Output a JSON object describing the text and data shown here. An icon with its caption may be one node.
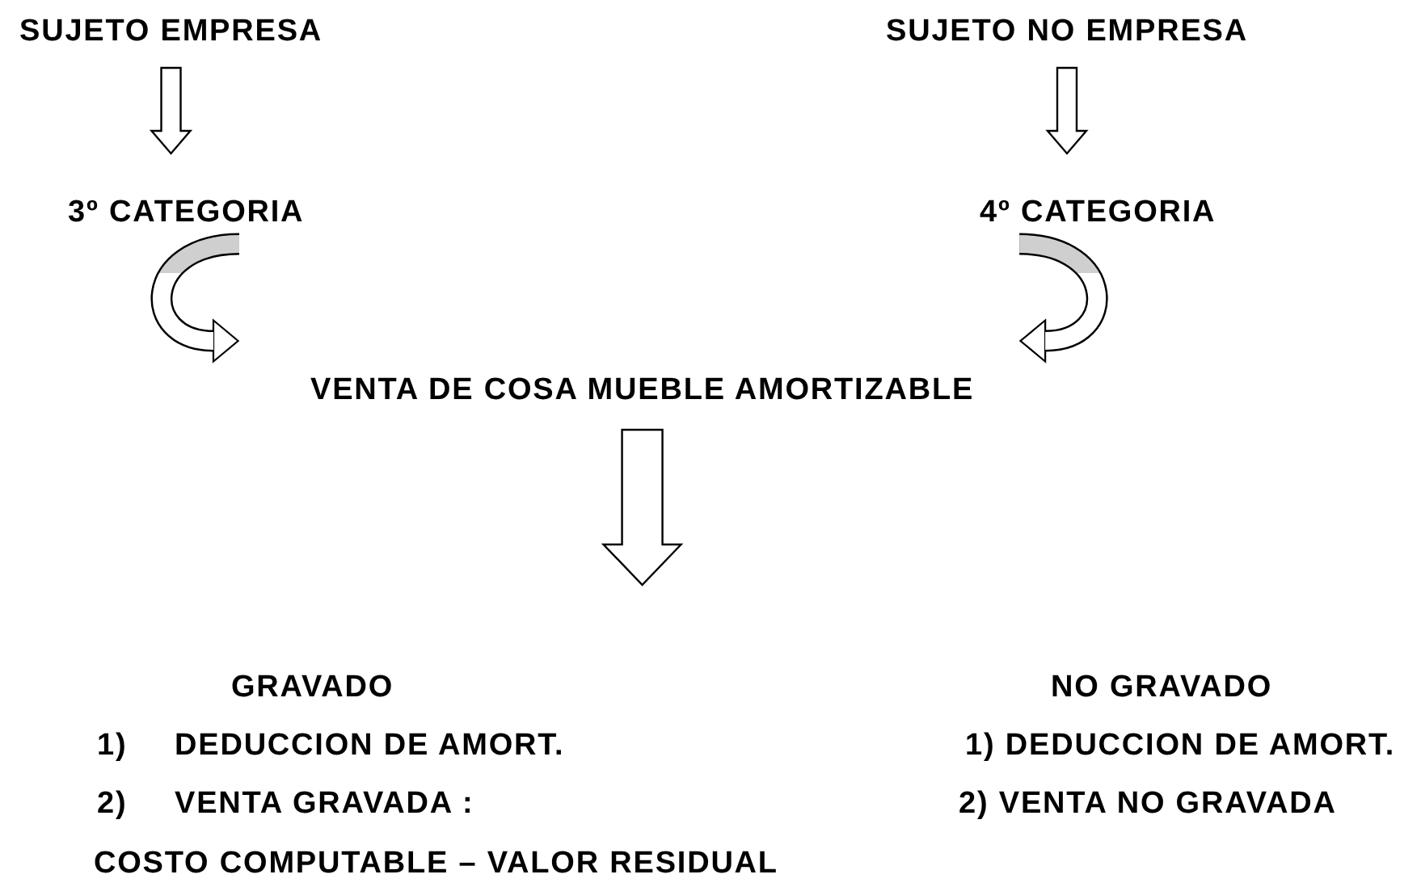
{
  "diagram": {
    "nodes": [
      {
        "text": [
          "SUJETO EMPRESA"
        ]
      },
      {
        "text": [
          "SUJETO NO EMPRESA"
        ]
      },
      {
        "text": [
          "3º CATEGORIA"
        ]
      },
      {
        "text": [
          "4º CATEGORIA"
        ]
      },
      {
        "text": [
          "VENTA DE COSA MUEBLE AMORTIZABLE"
        ]
      }
    ],
    "edges": [
      {
        "from": 0,
        "to": 2,
        "arrow": "to"
      },
      {
        "from": 1,
        "to": 3,
        "arrow": "to"
      },
      {
        "from": 2,
        "to": 4,
        "arrow": "to"
      },
      {
        "from": 3,
        "to": 4,
        "arrow": "to"
      },
      {
        "from": 4,
        "to": null,
        "arrow": "to"
      }
    ],
    "labels": [
      "GRAVADO",
      "NO GRAVADO",
      "1)",
      "DEDUCCION DE AMORT.",
      "1) DEDUCCION DE AMORT.",
      "2)",
      "VENTA GRAVADA :",
      "2) VENTA NO GRAVADA",
      "COSTO COMPUTABLE – VALOR RESIDUAL"
    ]
  }
}
